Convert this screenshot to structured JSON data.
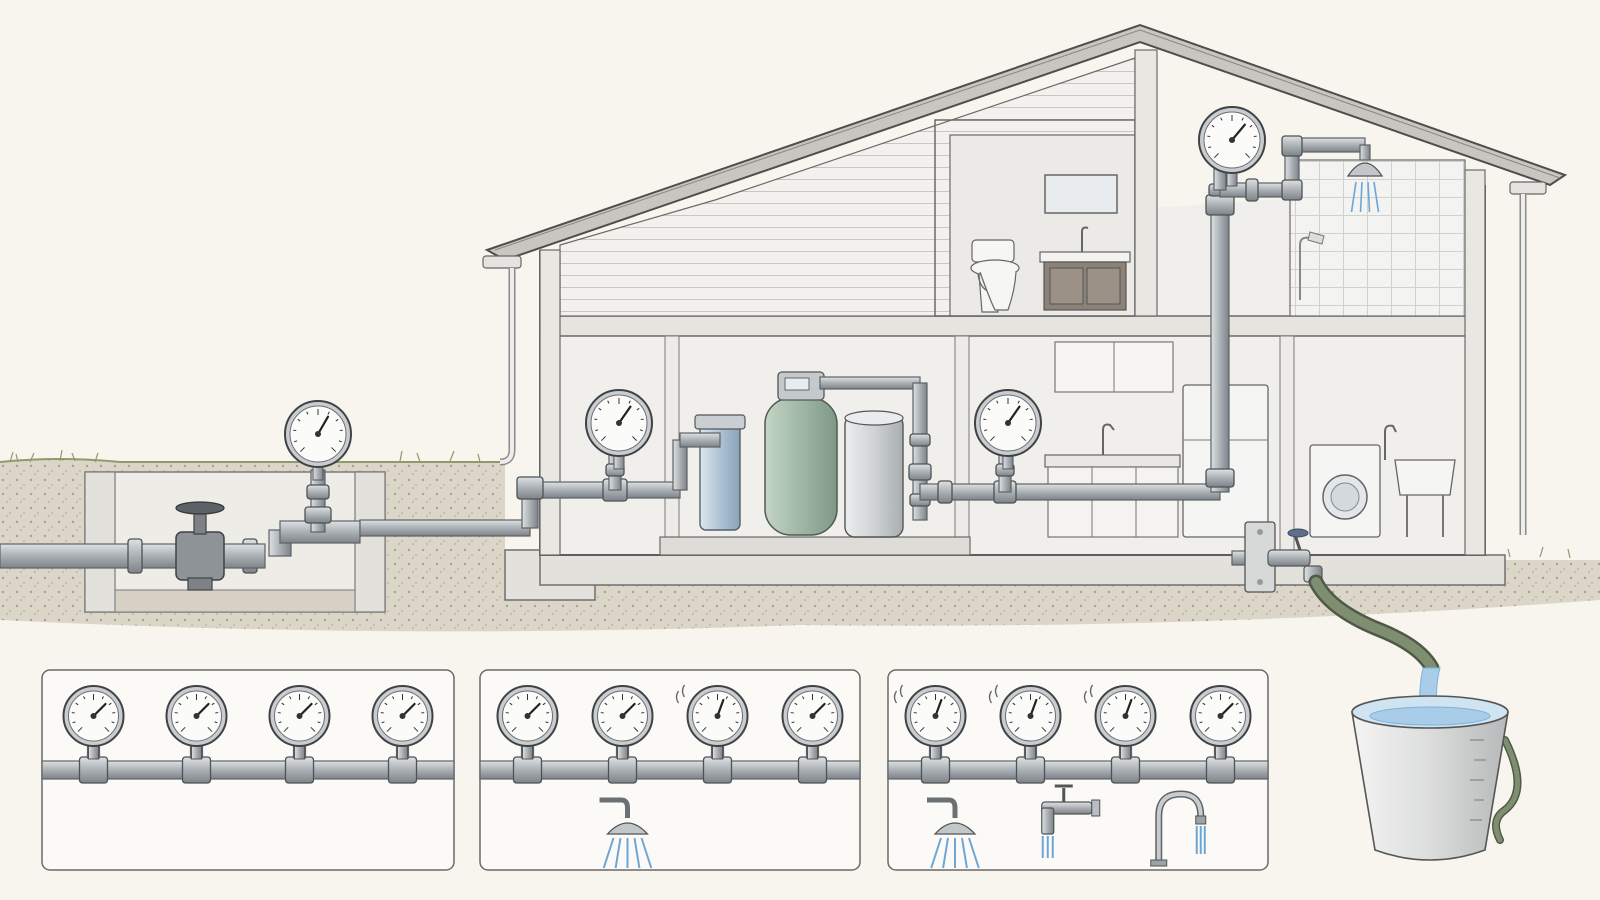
{
  "scene": {
    "description_free": true,
    "colors": {
      "paper": "#f7f5ee",
      "ink": "#4a4a4a",
      "pipe": "#b9bec2",
      "pipe_dark": "#7d8388",
      "soil": "#d9d3c6",
      "concrete": "#e3e1dc",
      "softener_tank": "#a9bfae",
      "filter_blue": "#b7c9d9",
      "water": "#7fb2d9",
      "grass": "#8f9a6a",
      "hose": "#6f7d62"
    }
  },
  "house": {
    "rooms_upper": [
      "attic",
      "bathroom",
      "shower"
    ],
    "rooms_lower": [
      "treatment-room",
      "kitchen",
      "laundry"
    ]
  },
  "main_line": {
    "gauges": 4,
    "devices": [
      "shutoff-valve",
      "sediment-filter",
      "softener-tank",
      "brine-tank",
      "valve"
    ]
  },
  "panels": [
    {
      "id": "panel-static",
      "gauges": 4,
      "fixtures_open": []
    },
    {
      "id": "panel-one-fixture",
      "gauges": 4,
      "vibrating_gauges": [
        2
      ],
      "fixtures_open": [
        "shower-head"
      ]
    },
    {
      "id": "panel-three-fixtures",
      "gauges": 4,
      "vibrating_gauges": [
        0,
        1,
        2
      ],
      "fixtures_open": [
        "shower-head",
        "tap",
        "faucet"
      ]
    }
  ],
  "icons": {
    "gauge": "pressure-gauge-icon",
    "shower": "shower-head-icon",
    "tap": "tap-icon",
    "faucet": "faucet-icon",
    "bucket": "bucket-icon",
    "hose": "hose-icon"
  }
}
